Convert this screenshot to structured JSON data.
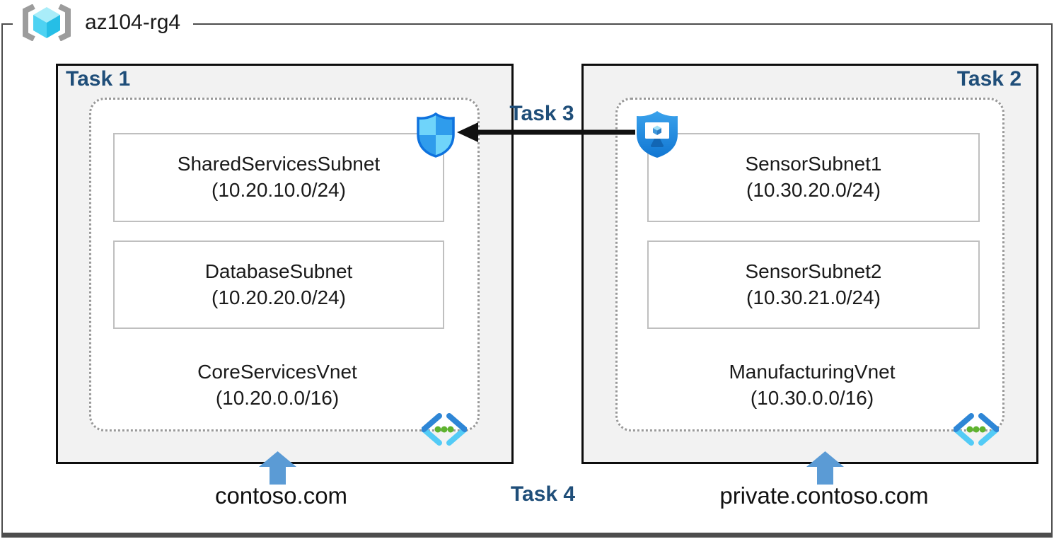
{
  "resource_group": {
    "name": "az104-rg4"
  },
  "tasks": {
    "t1": "Task 1",
    "t2": "Task 2",
    "t3": "Task 3",
    "t4": "Task 4"
  },
  "left": {
    "vnet_name": "CoreServicesVnet",
    "vnet_cidr": "(10.20.0.0/16)",
    "dns": "contoso.com",
    "subnets": [
      {
        "name": "SharedServicesSubnet",
        "cidr": "(10.20.10.0/24)"
      },
      {
        "name": "DatabaseSubnet",
        "cidr": "(10.20.20.0/24)"
      }
    ]
  },
  "right": {
    "vnet_name": "ManufacturingVnet",
    "vnet_cidr": "(10.30.0.0/16)",
    "dns": "private.contoso.com",
    "subnets": [
      {
        "name": "SensorSubnet1",
        "cidr": "(10.30.20.0/24)"
      },
      {
        "name": "SensorSubnet2",
        "cidr": "(10.30.21.0/24)"
      }
    ]
  },
  "icons": {
    "resource_group": "resource-group-icon",
    "virtual_network": "virtual-network-icon",
    "network_security_group": "network-security-group-icon",
    "bastion_shield_monitor": "bastion-shield-monitor-icon",
    "up_arrow": "up-arrow-icon",
    "peering_arrow": "left-arrow"
  },
  "colors": {
    "task_label": "#1F4E79",
    "box_fill": "#F2F2F2",
    "box_border": "#0d0d0d",
    "dotted_border": "#999999",
    "subnet_border": "#BFBFBF",
    "blue_arrow": "#5B9BD5",
    "black_arrow": "#111111"
  }
}
